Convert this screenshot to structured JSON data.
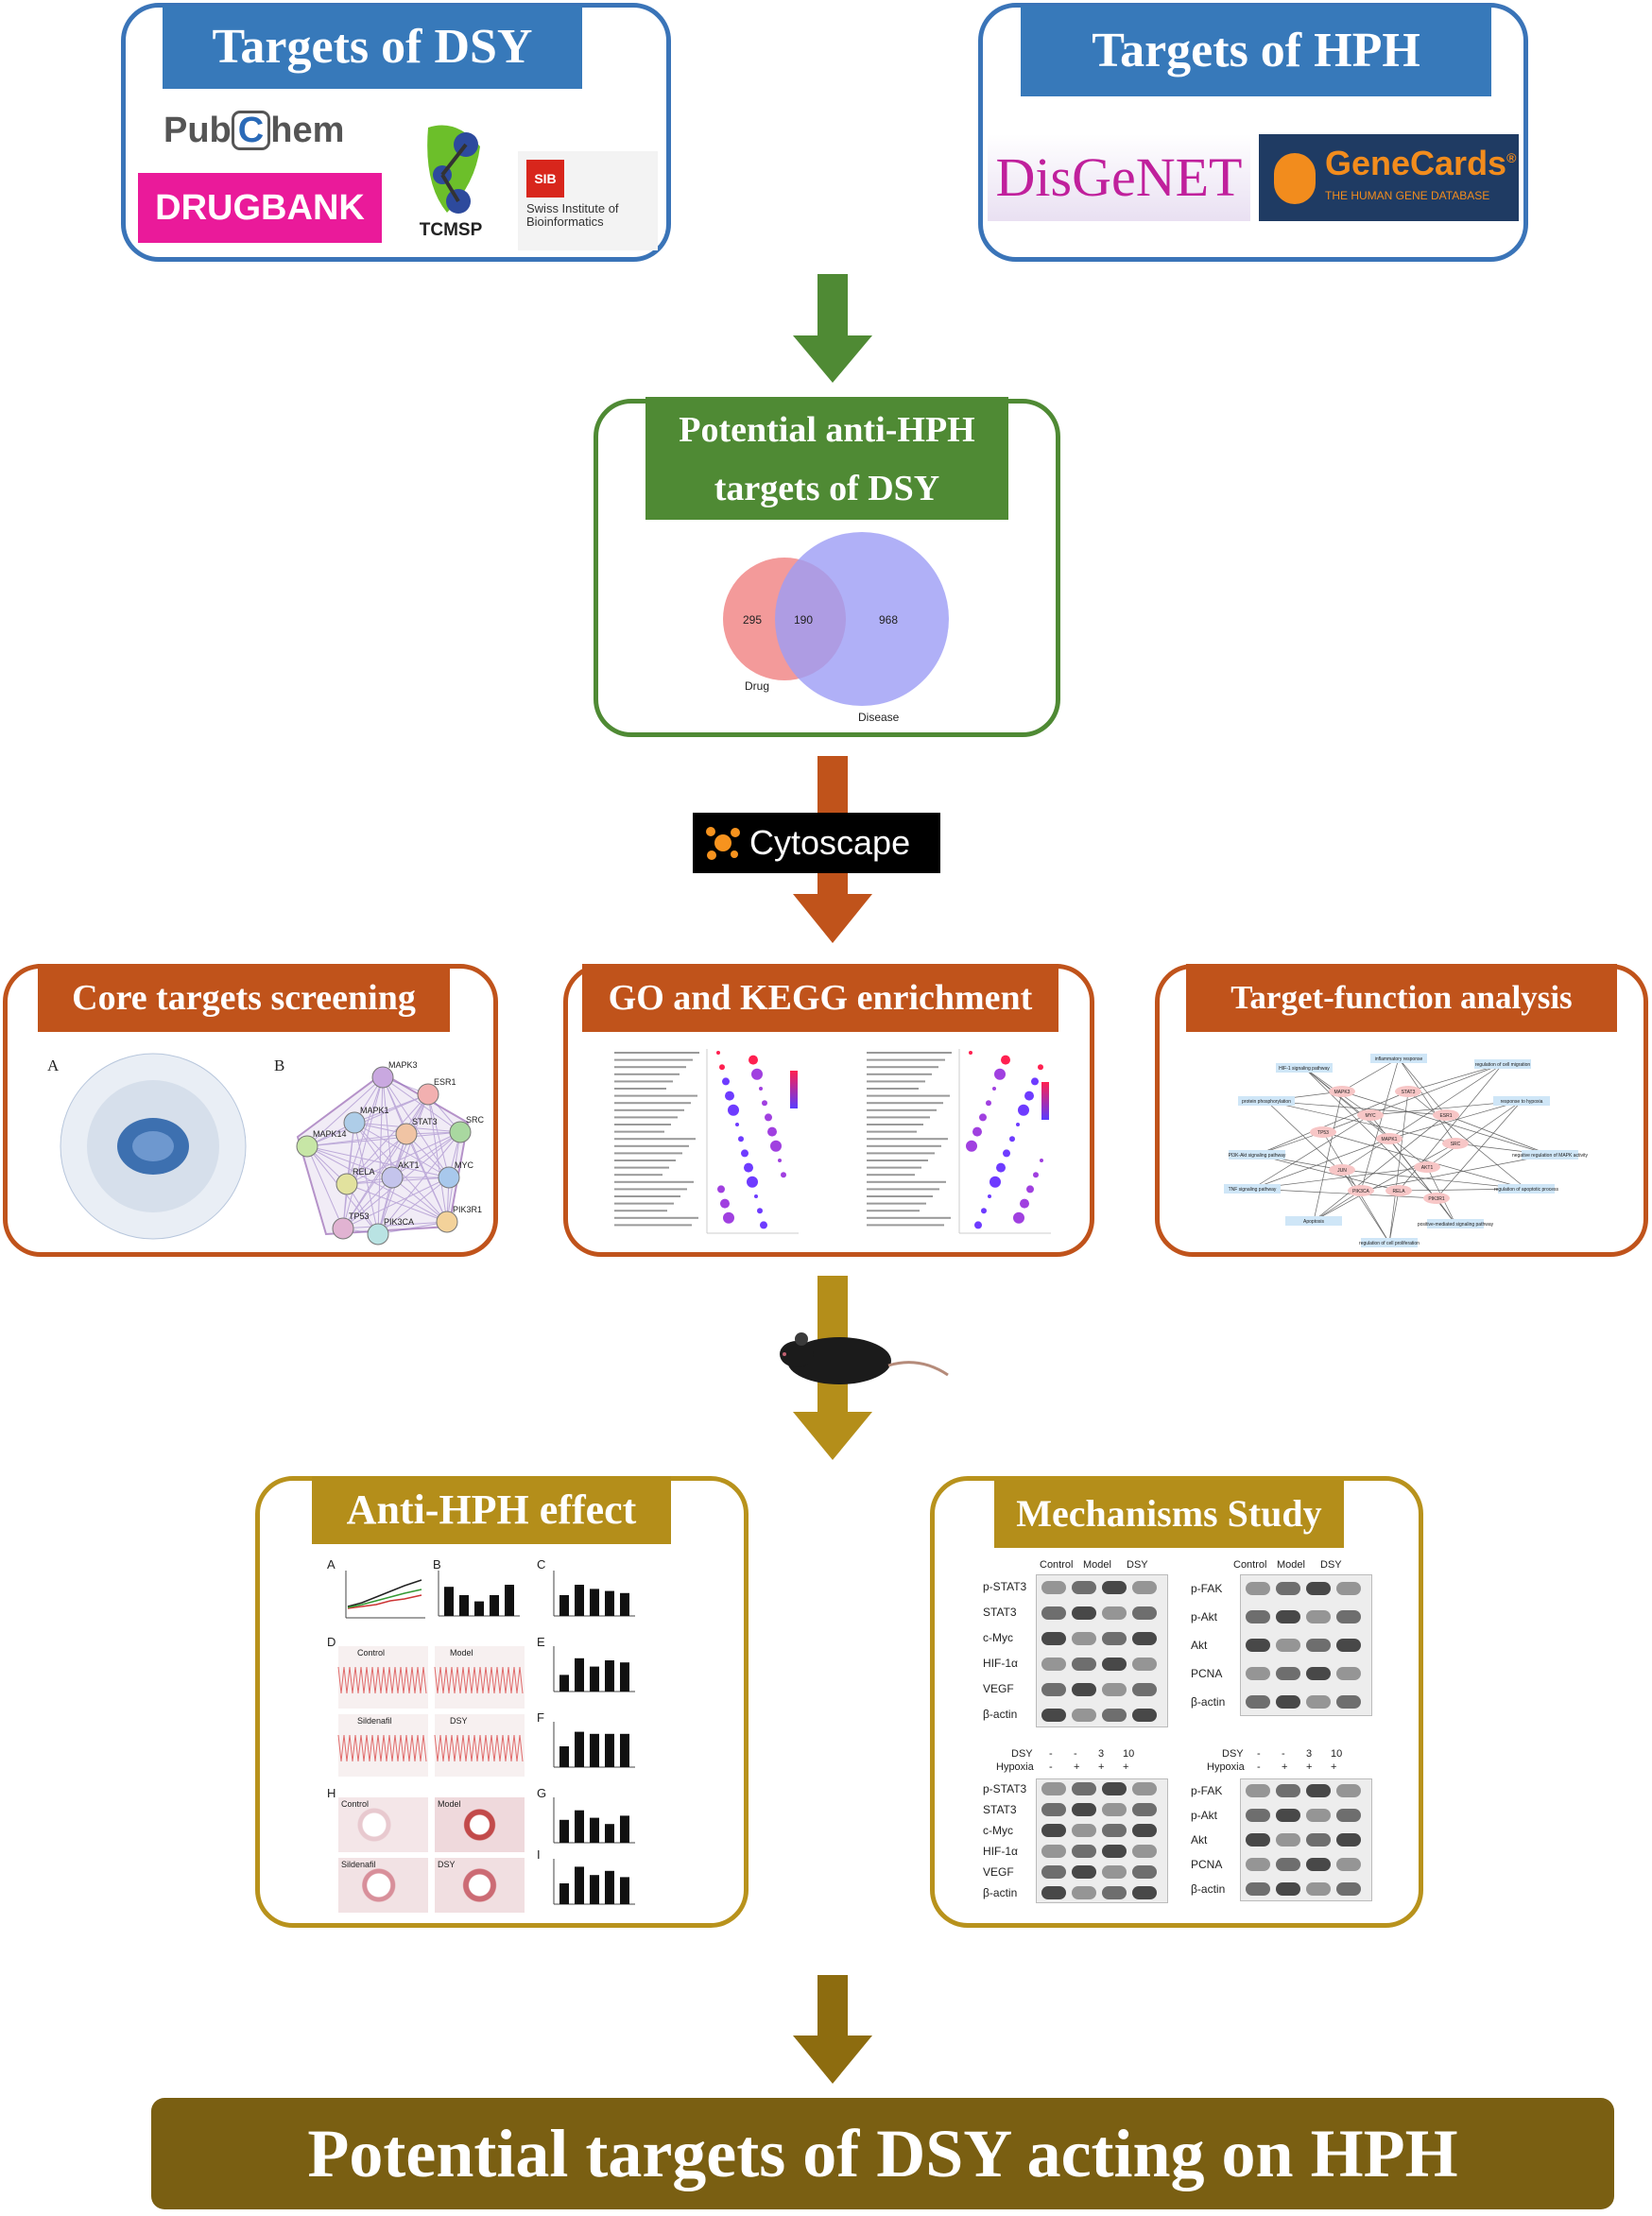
{
  "top": {
    "dsy": {
      "title": "Targets of DSY",
      "pubchem_a": "Pub",
      "pubchem_c": "C",
      "pubchem_b": "hem",
      "drugbank": "DRUGBANK",
      "tcmsp": "TCMSP",
      "sib_mark": "SIB",
      "sib": "Swiss Institute of Bioinformatics"
    },
    "hph": {
      "title": "Targets of HPH",
      "disgenet": "DisGeNET",
      "genecards": "GeneCards",
      "genecards_reg": "®",
      "genecards_sub": "THE HUMAN GENE DATABASE"
    }
  },
  "venn": {
    "title_line1": "Potential anti-HPH",
    "title_line2": "targets of DSY",
    "drug_only": "295",
    "overlap": "190",
    "disease_only": "968",
    "drug_label": "Drug",
    "disease_label": "Disease",
    "drug_color": "#f28f8f",
    "disease_color": "#9c9cf5"
  },
  "cytoscape": {
    "label": "Cytoscape"
  },
  "analysis": {
    "core": {
      "title": "Core targets screening",
      "panel_a": "A",
      "panel_b": "B",
      "nodes": [
        "MAPK3",
        "ESR1",
        "SRC",
        "MYC",
        "PIK3R1",
        "PIK3CA",
        "TP53",
        "MAPK14",
        "MAPK1",
        "STAT3",
        "AKT1",
        "RELA"
      ]
    },
    "enrich": {
      "title": "GO and KEGG enrichment"
    },
    "tfa": {
      "title": "Target-function analysis",
      "nodes": [
        "inflammatory response",
        "HIF-1 signaling pathway",
        "regulation of cell migration",
        "protein phosphorylation",
        "response to hypoxia",
        "MAPK3",
        "STAT3",
        "MYC",
        "ESR1",
        "TP53",
        "MAPK1",
        "SRC",
        "PI3K-Akt signaling pathway",
        "negative regulation of MAPK activity",
        "JUN",
        "AKT1",
        "TNF signaling pathway",
        "PIK3CA",
        "RELA",
        "PIK3R1",
        "regulation of apoptotic process",
        "Apoptosis",
        "positive-mediated signaling pathway",
        "regulation of cell proliferation"
      ]
    }
  },
  "effect": {
    "title": "Anti-HPH effect",
    "panels": [
      "A",
      "B",
      "C",
      "D",
      "E",
      "F",
      "G",
      "H",
      "I"
    ],
    "img_labels": [
      "Control",
      "Model",
      "Sildenafil",
      "DSY",
      "Control",
      "Model",
      "Sildenafil",
      "DSY"
    ]
  },
  "mech": {
    "title": "Mechanisms Study",
    "top_cols": [
      "Control",
      "Model",
      "DSY"
    ],
    "left_rows": [
      "p-STAT3",
      "STAT3",
      "c-Myc",
      "HIF-1α",
      "VEGF",
      "β-actin"
    ],
    "right_rows": [
      "p-FAK",
      "p-Akt",
      "Akt",
      "PCNA",
      "β-actin"
    ],
    "dose_dsy": "DSY",
    "dose_hyp": "Hypoxia",
    "dose_vals": [
      "-",
      "-",
      "3",
      "10"
    ],
    "hyp_vals": [
      "-",
      "+",
      "+",
      "+"
    ],
    "bl_rows": [
      "p-STAT3",
      "STAT3",
      "c-Myc",
      "HIF-1α",
      "VEGF",
      "β-actin"
    ],
    "br_rows": [
      "p-FAK",
      "p-Akt",
      "Akt",
      "PCNA",
      "β-actin"
    ]
  },
  "final": {
    "text": "Potential targets of DSY acting on HPH"
  },
  "colors": {
    "blue": "#3779ba",
    "green": "#4f8a34",
    "orange": "#c0531b",
    "gold": "#b48e1a",
    "final": "#7a5f12"
  }
}
